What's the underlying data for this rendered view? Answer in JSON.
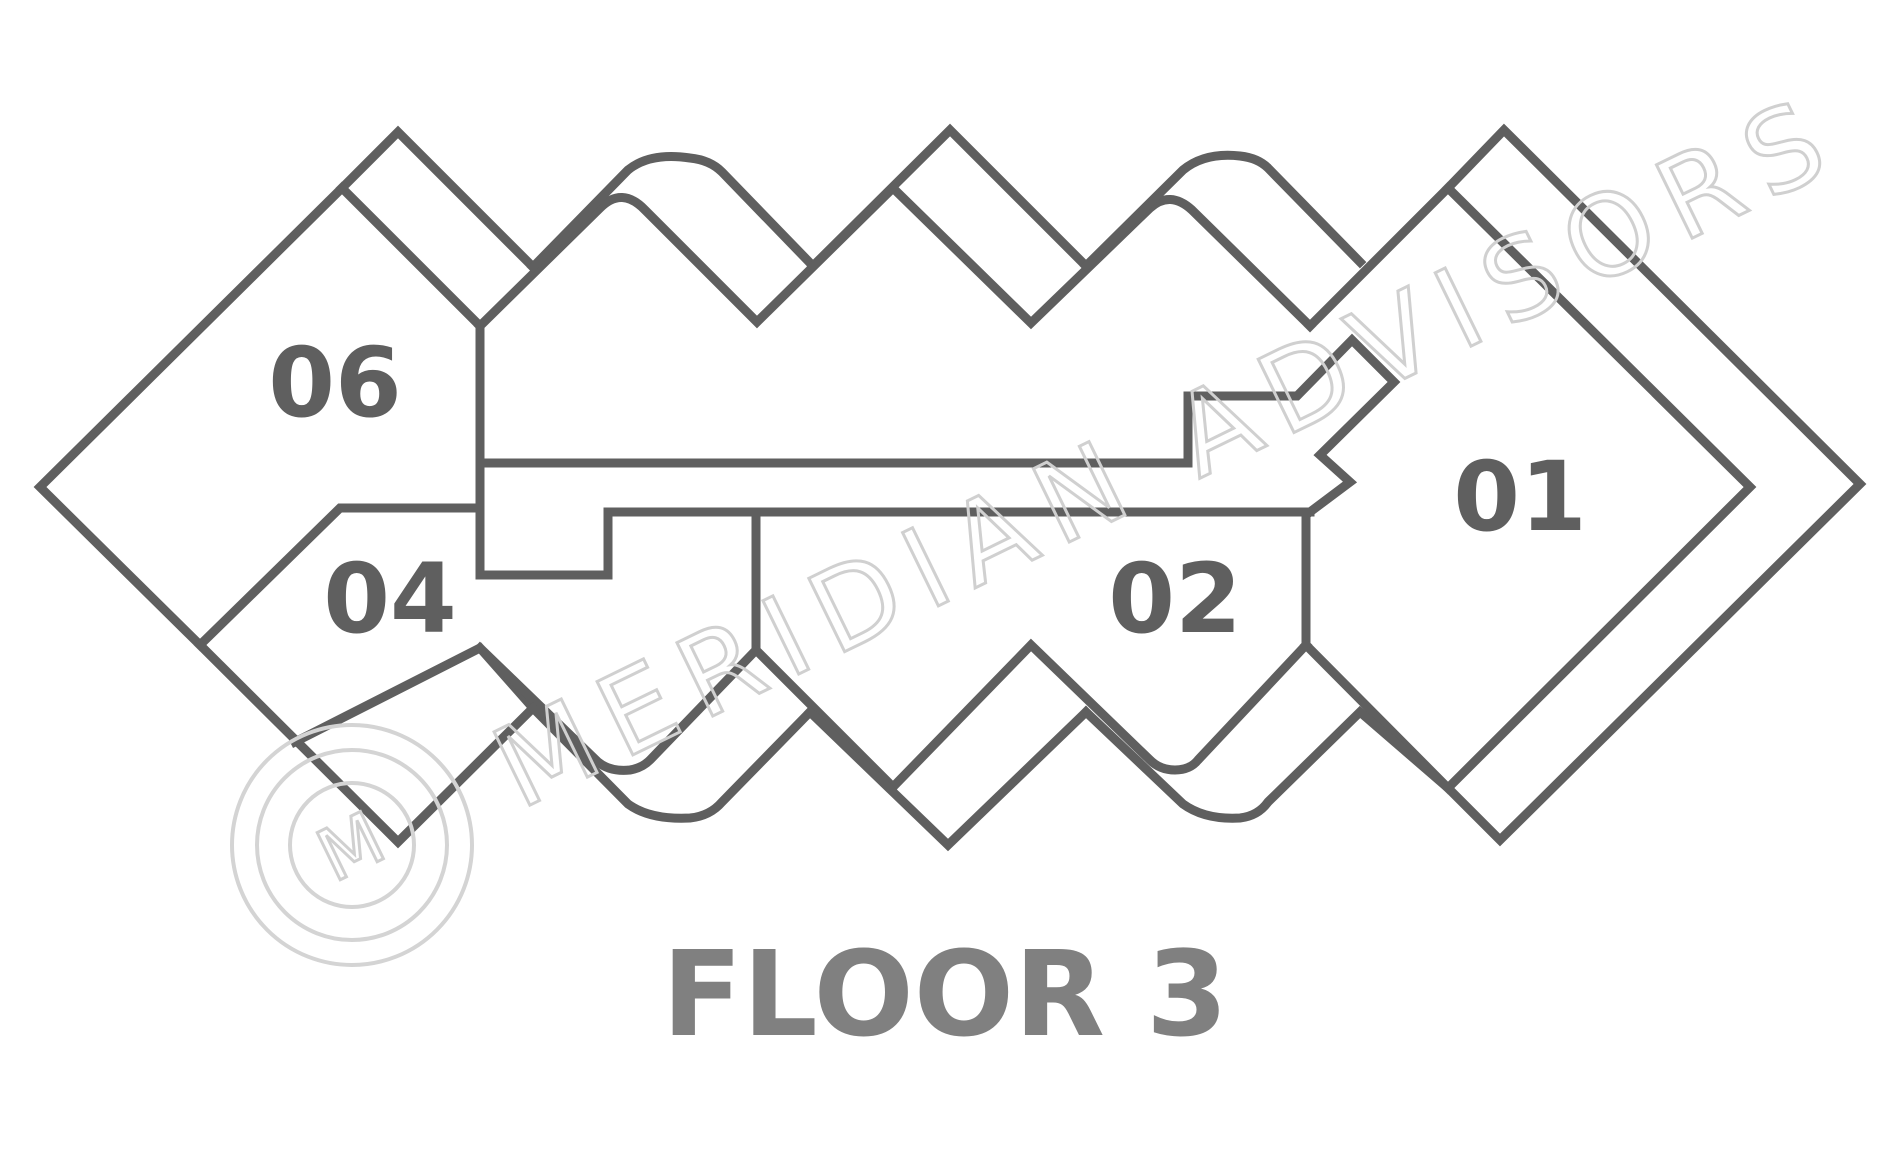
{
  "plan": {
    "floor_label": "FLOOR 3",
    "units": [
      {
        "id": "01",
        "label": "01"
      },
      {
        "id": "02",
        "label": "02"
      },
      {
        "id": "04",
        "label": "04"
      },
      {
        "id": "06",
        "label": "06"
      }
    ]
  },
  "watermark": {
    "brand_text": "MERIDIAN ADVISORS",
    "logo_letter": "M"
  },
  "colors": {
    "wall": "#5f5f5f",
    "unit_label": "#5f5f5f",
    "floor_title": "#808080",
    "watermark": "#d0d0d0",
    "background": "#ffffff"
  }
}
